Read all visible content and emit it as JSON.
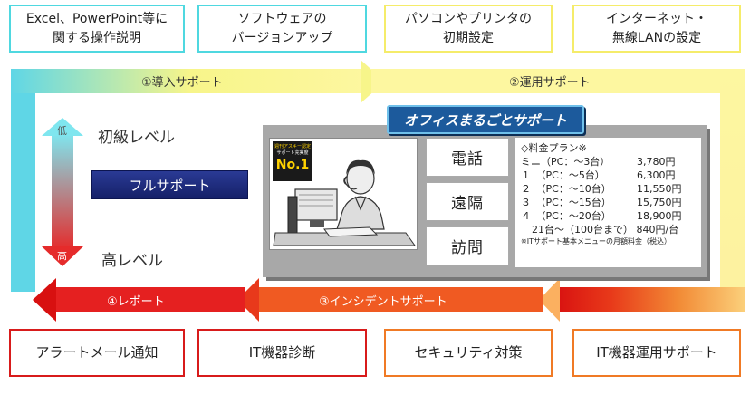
{
  "top_boxes": [
    {
      "line1": "Excel、PowerPoint等に",
      "line2": "関する操作説明"
    },
    {
      "line1": "ソフトウェアの",
      "line2": "バージョンアップ"
    },
    {
      "line1": "パソコンやプリンタの",
      "line2": "初期設定"
    },
    {
      "line1": "インターネット・",
      "line2": "無線LANの設定"
    }
  ],
  "bottom_boxes": [
    "アラートメール通知",
    "IT機器診断",
    "セキュリティ対策",
    "IT機器運用サポート"
  ],
  "arrows": {
    "intro": "①導入サポート",
    "operation": "②運用サポート",
    "incident": "③インシデントサポート",
    "report": "④レポート"
  },
  "level": {
    "low_char": "低",
    "high_char": "高",
    "beginner": "初級レベル",
    "advanced": "高レベル",
    "full_support": "フルサポート"
  },
  "service": {
    "title": "オフィスまるごとサポート",
    "badge_line1": "週刊アスキー認定",
    "badge_line2": "サポート充実度",
    "badge_rank": "No.1",
    "channels": [
      "電話",
      "遠隔",
      "訪問"
    ]
  },
  "pricing": {
    "heading": "◇料金プラン※",
    "plans": [
      {
        "name": "ミニ（PC：～3台）",
        "price": "3,780円"
      },
      {
        "name": "１　（PC：～5台）",
        "price": "6,300円"
      },
      {
        "name": "２　（PC：～10台）",
        "price": "11,550円"
      },
      {
        "name": "３　（PC：～15台）",
        "price": "15,750円"
      },
      {
        "name": "４　（PC：～20台）",
        "price": "18,900円"
      }
    ],
    "extra": "21台～（100台まで）  840円/台",
    "note": "※ITサポート基本メニューの月額料金（税込）"
  },
  "colors": {
    "cyan": "#4fd8e0",
    "yellow": "#f5ec6a",
    "orange": "#f07a25",
    "red": "#d81b1b",
    "navy": "#1c5a9c"
  }
}
